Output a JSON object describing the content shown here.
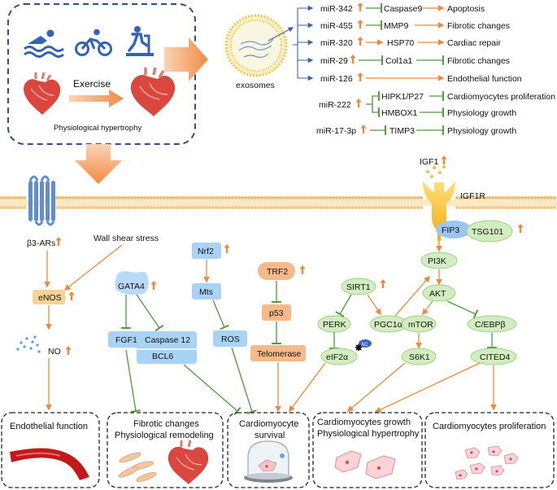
{
  "exercise": {
    "label": "Exercise",
    "hypertrophy_label": "Physiological hypertrophy",
    "icons": [
      "swimming-icon",
      "cycling-icon",
      "treadmill-icon",
      "heart-icon"
    ]
  },
  "exosomes_label": "exosomes",
  "mirnas": [
    {
      "mir": "miR-342",
      "target": "Caspase9",
      "effect": "Apoptosis"
    },
    {
      "mir": "miR-455",
      "target": "MMP9",
      "effect": "Fibrotic changes"
    },
    {
      "mir": "miR-320",
      "target": "HSP70",
      "effect": "Cardiac repair"
    },
    {
      "mir": "miR-29",
      "target": "Col1a1",
      "effect": "Fibrotic changes"
    },
    {
      "mir": "miR-126",
      "target": "",
      "effect": "Endothelial function"
    },
    {
      "mir": "miR-222",
      "target": "HIPK1/P27",
      "target2": "HMBOX1",
      "effect": "Cardiomyocytes proliferation",
      "effect2": "Physiology growth"
    },
    {
      "mir": "miR-17-3p",
      "target": "TIMP3",
      "effect": "Physiology growth"
    }
  ],
  "pathway": {
    "beta3": "β3-ARs",
    "wall_shear": "Wall shear stress",
    "enos": "eNOS",
    "no": "NO",
    "gata4": "GATA4",
    "fgf1": "FGF1",
    "caspase12": "Caspase 12",
    "bcl6": "BCL6",
    "nrf2": "Nrf2",
    "mts": "Mts",
    "ros": "ROS",
    "trf2": "TRF2",
    "p53": "p53",
    "telomerase": "Telomerase",
    "sirt1": "SIRT1",
    "perk": "PERK",
    "pgc1a": "PGC1α",
    "eif2a": "eIF2α",
    "ac": "AC",
    "igf1": "IGF1",
    "igf1r": "IGF1R",
    "fip3": "FIP3",
    "tsg101": "TSG101",
    "pi3k": "PI3K",
    "akt": "AKT",
    "mtor": "mTOR",
    "cebpb": "C/EBPβ",
    "s6k1": "S6K1",
    "cited4": "CITED4"
  },
  "outcomes": {
    "endothelial": "Endothelial function",
    "fibrotic_1": "Fibrotic changes",
    "fibrotic_2": "Physiological remodeling",
    "survival_1": "Cardiomyocyte",
    "survival_2": "survival",
    "growth_1": "Cardiomyocytes growth",
    "growth_2": "Physiological hypertrophy",
    "proliferation": "Cardiomyocytes proliferation"
  },
  "colors": {
    "dashed_blue": "#2d4f8e",
    "orange_arrow": "#f0883b",
    "inhibit_green": "#4f9a3a",
    "blue_box": "#a9d3f5",
    "green_oval": "#d2eec0",
    "orange_box": "#f6b98a",
    "membrane_top": "#efbd74"
  }
}
